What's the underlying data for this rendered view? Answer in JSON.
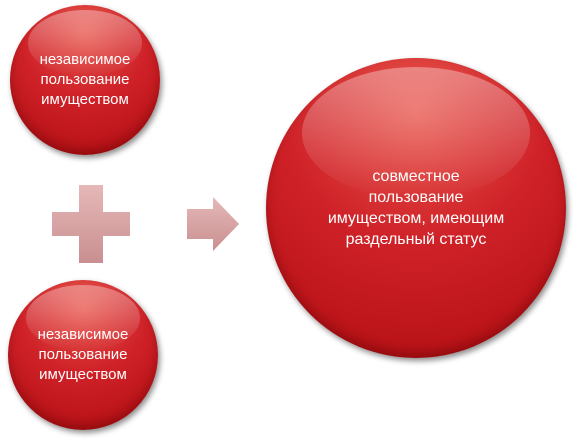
{
  "diagram": {
    "input_top": "независимое\nпользование\nимуществом",
    "input_bottom": "независимое\nпользование\nимуществом",
    "result": "совместное\nпользование\nимуществом, имеющим\nраздельный статус"
  },
  "icons": {
    "plus": "plus-icon",
    "arrow": "arrow-right-icon"
  },
  "colors": {
    "circle": "#cf2228",
    "symbol": "#d9a8a8",
    "text": "#ffffff"
  }
}
